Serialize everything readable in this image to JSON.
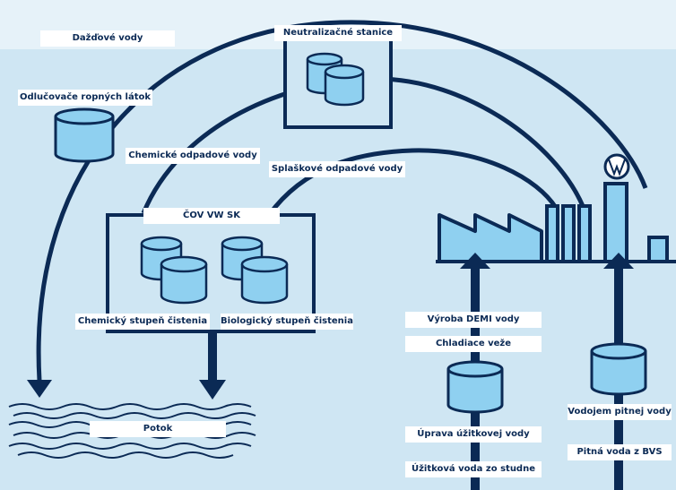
{
  "colors": {
    "background": "#cfe6f3",
    "background_light": "#e6f2f9",
    "line": "#0b2a55",
    "tank_fill": "#8fd0f0",
    "label_bg": "#ffffff"
  },
  "icons": [
    "tank-icon",
    "factory-icon",
    "vw-logo-icon",
    "stream-icon",
    "arrow-icon"
  ],
  "labels": {
    "dazdove_vody": "Dažďové vody",
    "neutralizacne_stanice": "Neutralizačné stanice",
    "odlucovace": "Odlučovače ropných látok",
    "chemicke_odpadove": "Chemické odpadové vody",
    "splaskove_odpadove": "Splaškové odpadové vody",
    "cov_vw_sk": "ČOV VW SK",
    "chemicky_stupen": "Chemický stupeň čistenia",
    "biologicky_stupen": "Biologický stupeň čistenia",
    "potok": "Potok",
    "vyroba_demi": "Výroba DEMI vody",
    "chladiace_veze": "Chladiace veže",
    "uprava_uzitkovej": "Úprava úžitkovej vody",
    "uzitkova_voda": "Úžitková voda zo studne",
    "vodojem": "Vodojem pitnej vody",
    "pitna_voda": "Pitná voda z BVS"
  }
}
